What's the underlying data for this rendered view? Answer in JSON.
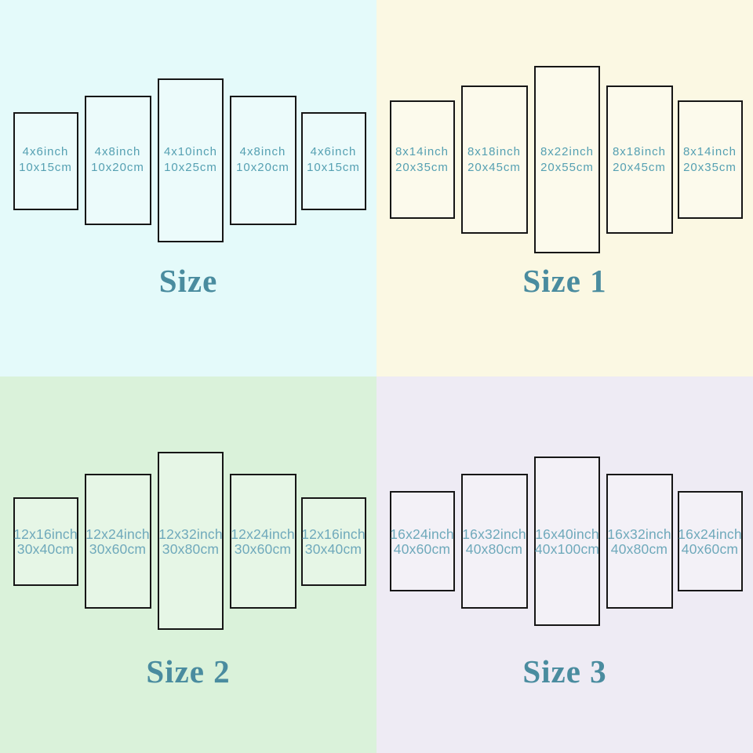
{
  "panel_border_color": "#161616",
  "quadrants": [
    {
      "title": "Size",
      "background": "#e4fafa",
      "text_color": "#55a0b2",
      "title_color": "#4a8c9f",
      "panels": [
        {
          "inch": "4x6inch",
          "cm": "10x15cm"
        },
        {
          "inch": "4x8inch",
          "cm": "10x20cm"
        },
        {
          "inch": "4x10inch",
          "cm": "10x25cm"
        },
        {
          "inch": "4x8inch",
          "cm": "10x20cm"
        },
        {
          "inch": "4x6inch",
          "cm": "10x15cm"
        }
      ]
    },
    {
      "title": "Size 1",
      "background": "#fbf8e3",
      "text_color": "#55a0b2",
      "title_color": "#4a8c9f",
      "panels": [
        {
          "inch": "8x14inch",
          "cm": "20x35cm"
        },
        {
          "inch": "8x18inch",
          "cm": "20x45cm"
        },
        {
          "inch": "8x22inch",
          "cm": "20x55cm"
        },
        {
          "inch": "8x18inch",
          "cm": "20x45cm"
        },
        {
          "inch": "8x14inch",
          "cm": "20x35cm"
        }
      ]
    },
    {
      "title": "Size 2",
      "background": "#daf2da",
      "text_color": "#6fa9bb",
      "title_color": "#4a8c9f",
      "panels": [
        {
          "inch": "12x16inch",
          "cm": "30x40cm"
        },
        {
          "inch": "12x24inch",
          "cm": "30x60cm"
        },
        {
          "inch": "12x32inch",
          "cm": "30x80cm"
        },
        {
          "inch": "12x24inch",
          "cm": "30x60cm"
        },
        {
          "inch": "12x16inch",
          "cm": "30x40cm"
        }
      ]
    },
    {
      "title": "Size 3",
      "background": "#eeebf4",
      "text_color": "#6fa9bb",
      "title_color": "#4a8c9f",
      "panels": [
        {
          "inch": "16x24inch",
          "cm": "40x60cm"
        },
        {
          "inch": "16x32inch",
          "cm": "40x80cm"
        },
        {
          "inch": "16x40inch",
          "cm": "40x100cm"
        },
        {
          "inch": "16x32inch",
          "cm": "40x80cm"
        },
        {
          "inch": "16x24inch",
          "cm": "40x60cm"
        }
      ]
    }
  ]
}
